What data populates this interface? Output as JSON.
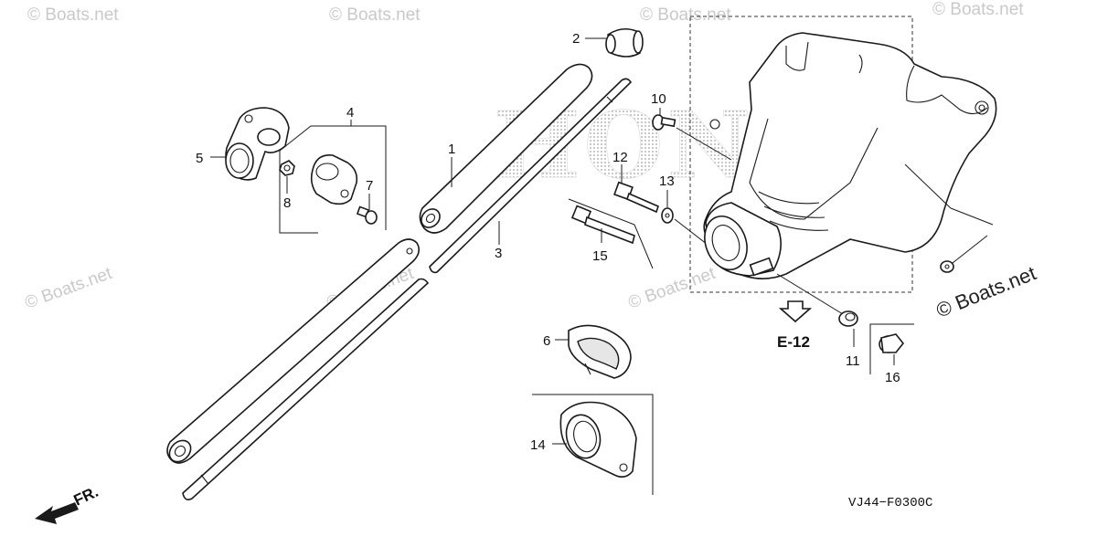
{
  "watermark": {
    "text": "© Boats.net",
    "brand_text": "HONDA"
  },
  "diagram_code": "VJ44−F0300C",
  "direction_label": "FR.",
  "reference": {
    "label": "E-12"
  },
  "callouts": [
    {
      "id": "1",
      "text": "1"
    },
    {
      "id": "2",
      "text": "2"
    },
    {
      "id": "3",
      "text": "3"
    },
    {
      "id": "4",
      "text": "4"
    },
    {
      "id": "5",
      "text": "5"
    },
    {
      "id": "6",
      "text": "6"
    },
    {
      "id": "7",
      "text": "7"
    },
    {
      "id": "8",
      "text": "8"
    },
    {
      "id": "10",
      "text": "10"
    },
    {
      "id": "11",
      "text": "11"
    },
    {
      "id": "12",
      "text": "12"
    },
    {
      "id": "13",
      "text": "13"
    },
    {
      "id": "14",
      "text": "14"
    },
    {
      "id": "15",
      "text": "15"
    },
    {
      "id": "16",
      "text": "16"
    }
  ],
  "colors": {
    "line": "#1a1a1a",
    "watermark": "#c9c9c9",
    "brand_dots": "#bdbdbd"
  }
}
